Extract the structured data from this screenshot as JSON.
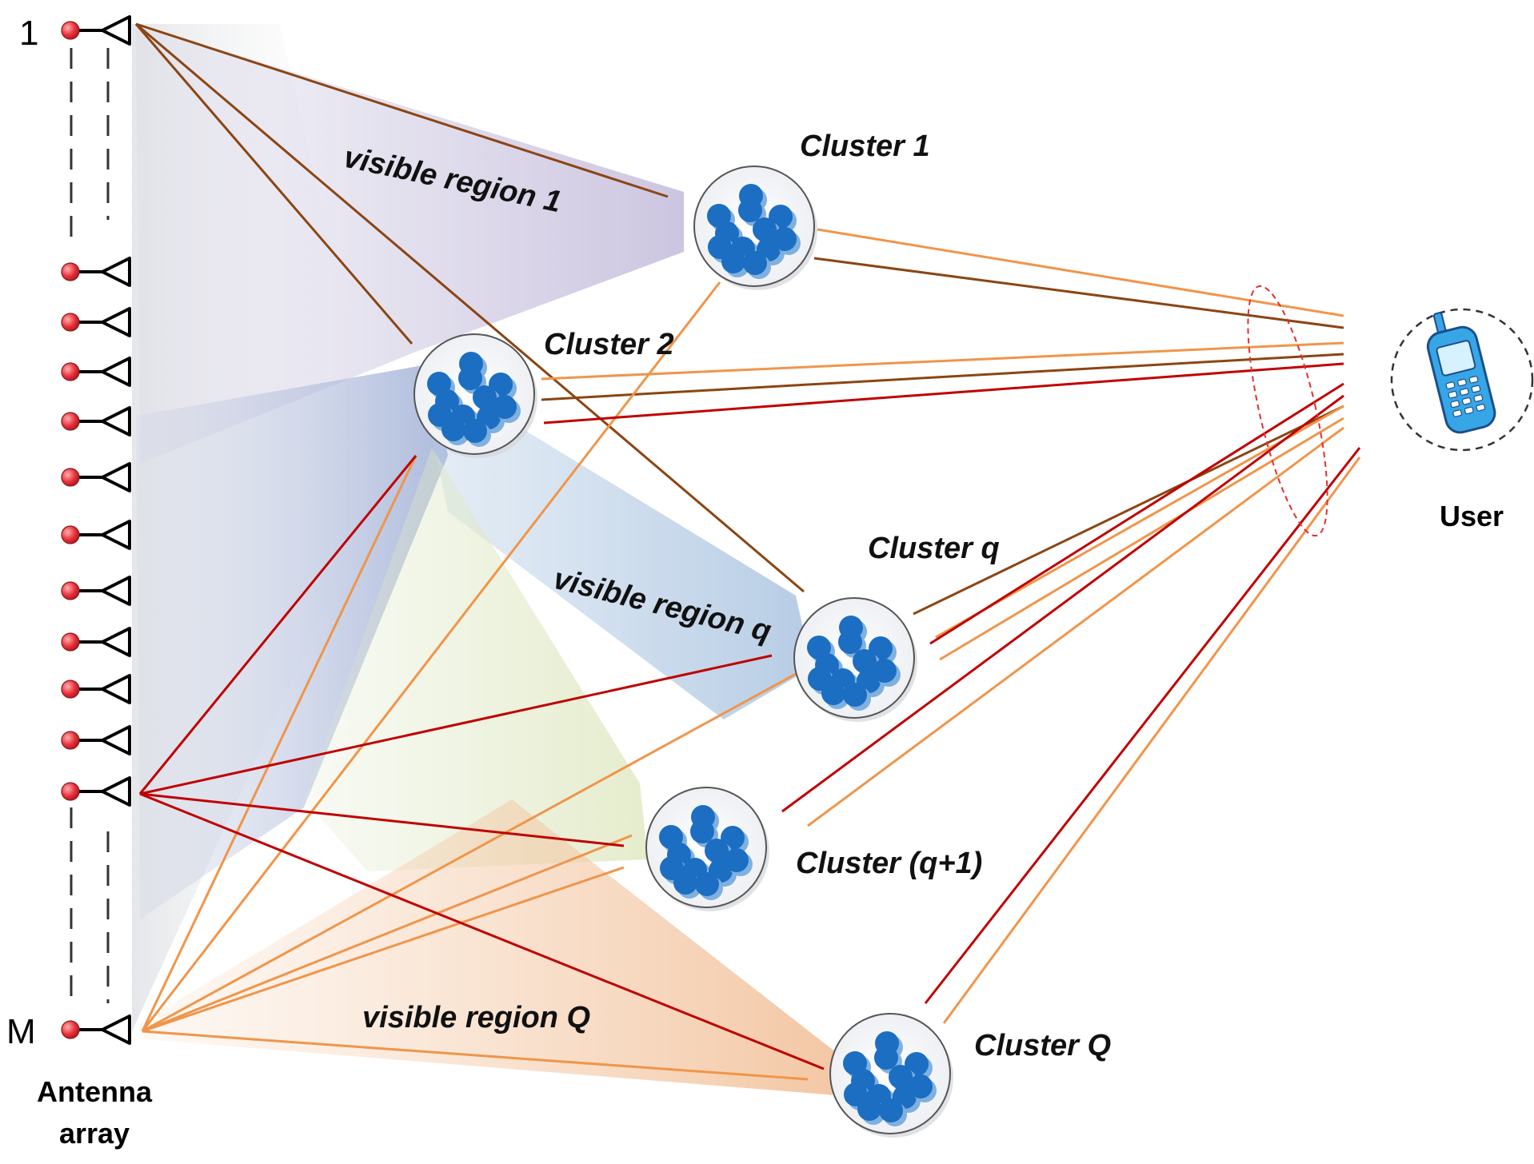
{
  "labels": {
    "antenna_first": "1",
    "antenna_last": "M",
    "antenna_array_line1": "Antenna",
    "antenna_array_line2": "array",
    "user": "User",
    "cluster_1": "Cluster 1",
    "cluster_2": "Cluster 2",
    "cluster_q": "Cluster q",
    "cluster_q1": "Cluster (q+1)",
    "cluster_Q": "Cluster Q",
    "visible_region_1": "visible region 1",
    "visible_region_q": "visible region q",
    "visible_region_Q": "visible region Q"
  },
  "icons": {
    "antenna": "antenna-icon",
    "cluster": "scatterer-cluster-icon",
    "user": "mobile-phone-icon"
  },
  "colors": {
    "path_brown": "#8B4513",
    "path_orange": "#F0954A",
    "path_red": "#C00000",
    "scatterer_blue": "#1B6EC2",
    "antenna_node_red": "#E8303A"
  }
}
